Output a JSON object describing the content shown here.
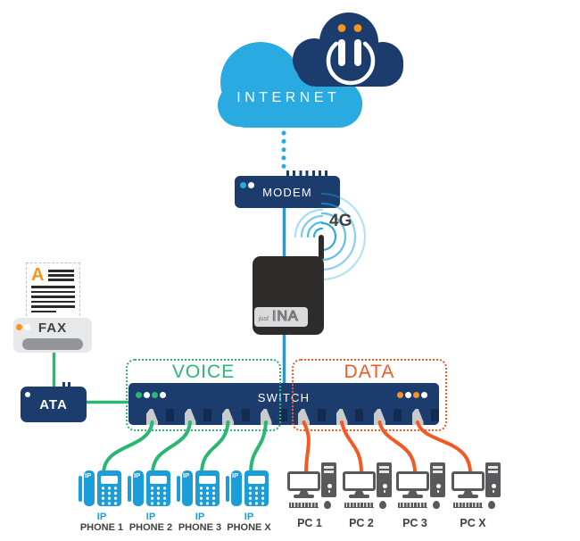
{
  "palette": {
    "blue": "#29ABE2",
    "phone_blue": "#1B9DD9",
    "navy": "#1C3C6E",
    "green": "#2BB673",
    "orange": "#F15A24",
    "amber": "#F7941D",
    "dark_text": "#414042",
    "device_gray": "#59595B"
  },
  "icons": {
    "brand_logo": "ii-power-cloud-logo",
    "wifi": "wifi-signal-arcs"
  },
  "internet": {
    "label": "INTERNET"
  },
  "modem": {
    "label": "MODEM"
  },
  "mobile": {
    "badge": "4G"
  },
  "router": {
    "brand_script": "just",
    "brand_name": "INA"
  },
  "fax": {
    "label": "FAX",
    "document_letter": "A"
  },
  "ata": {
    "label": "ATA"
  },
  "switch": {
    "label": "SWITCH"
  },
  "zones": {
    "voice": {
      "label": "VOICE"
    },
    "data": {
      "label": "DATA"
    }
  },
  "phones": [
    {
      "badge": "IP",
      "line1": "IP",
      "line2": "PHONE 1"
    },
    {
      "badge": "IP",
      "line1": "IP",
      "line2": "PHONE 2"
    },
    {
      "badge": "IP",
      "line1": "IP",
      "line2": "PHONE 3"
    },
    {
      "badge": "IP",
      "line1": "IP",
      "line2": "PHONE X"
    }
  ],
  "pcs": [
    {
      "name": "PC 1"
    },
    {
      "name": "PC 2"
    },
    {
      "name": "PC 3"
    },
    {
      "name": "PC X"
    }
  ]
}
